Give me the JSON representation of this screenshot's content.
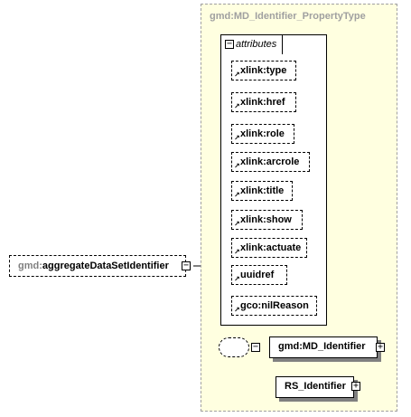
{
  "type_panel": {
    "title": "gmd:MD_Identifier_PropertyType"
  },
  "attributes": {
    "tab_label": "attributes",
    "items": [
      "xlink:type",
      "xlink:href",
      "xlink:role",
      "xlink:arcrole",
      "xlink:title",
      "xlink:show",
      "xlink:actuate",
      "uuidref",
      "gco:nilReason"
    ]
  },
  "root_element": {
    "prefix": "gmd:",
    "name": "aggregateDataSetIdentifier"
  },
  "child_element": {
    "name": "gmd:MD_Identifier"
  },
  "substitution_element": {
    "name": "RS_Identifier"
  },
  "icons": {
    "collapse": "−",
    "expand": "+"
  }
}
